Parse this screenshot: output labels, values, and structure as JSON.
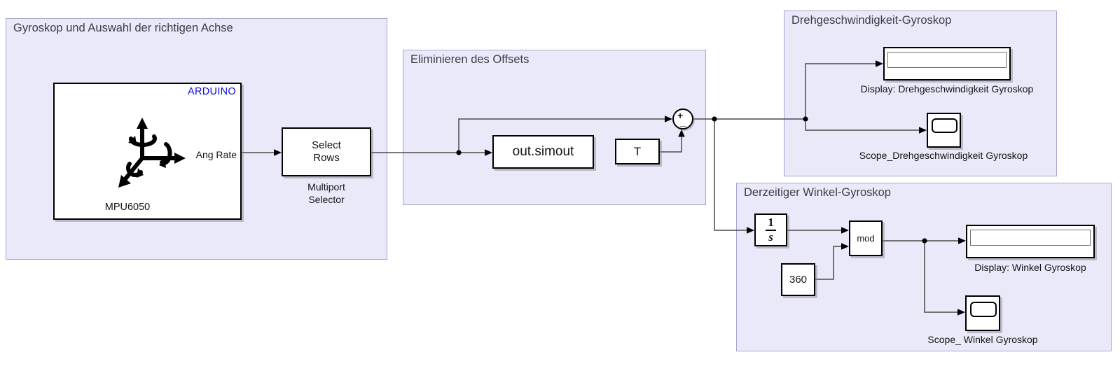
{
  "regions": [
    {
      "title": "Gyroskop und Auswahl der richtigen Achse"
    },
    {
      "title": "Eliminieren des Offsets"
    },
    {
      "title": "Drehgeschwindigkeit-Gyroskop"
    },
    {
      "title": "Derzeitiger Winkel-Gyroskop"
    }
  ],
  "blocks": {
    "mpu6050": {
      "brand": "ARDUINO",
      "port": "Ang Rate",
      "label": "MPU6050"
    },
    "multiport_selector": {
      "text": "Select Rows",
      "label": "Multiport Selector"
    },
    "out_simout": {
      "text": "out.simout"
    },
    "constant_t": {
      "text": "T"
    },
    "sum": {
      "plus": "+",
      "minus": "_"
    },
    "integrator": {
      "num": "1",
      "den": "s"
    },
    "constant_360": {
      "text": "360"
    },
    "mod": {
      "text": "mod"
    },
    "display_drehgeschwindigkeit": {
      "label": "Display: Drehgeschwindigkeit Gyroskop"
    },
    "scope_drehgeschwindigkeit": {
      "label": "Scope_Drehgeschwindigkeit Gyroskop"
    },
    "display_winkel": {
      "label": "Display: Winkel Gyroskop"
    },
    "scope_winkel": {
      "label": "Scope_ Winkel Gyroskop"
    }
  },
  "colors": {
    "region_fill": "#E9E9FA",
    "region_border": "#A6A6CE",
    "arduino_blue": "#0A0AE6",
    "wire": "#4A4A4A",
    "block_border": "#000000"
  },
  "icons": {
    "gyro_axes": "gyro-3axis-icon",
    "display": "display-readout-icon",
    "scope": "scope-screen-icon",
    "sum": "sum-junction-icon"
  }
}
